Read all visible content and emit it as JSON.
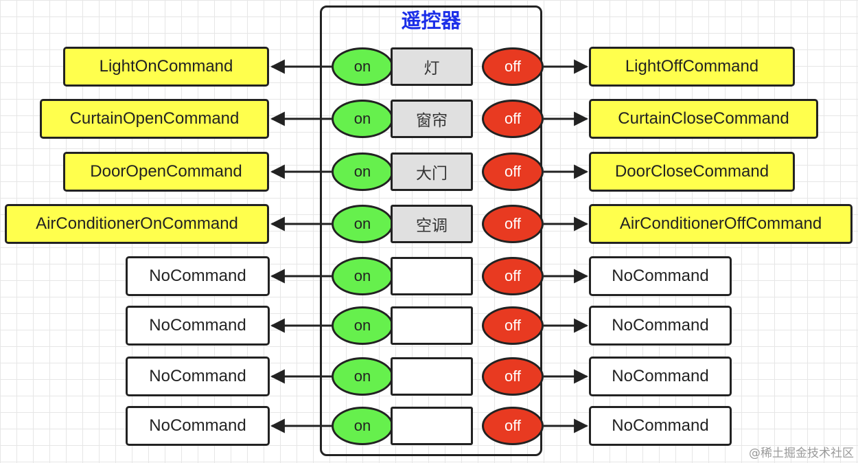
{
  "remote": {
    "title": "遥控器"
  },
  "rows": [
    {
      "label": "灯",
      "on": "on",
      "off": "off",
      "on_command": "LightOnCommand",
      "off_command": "LightOffCommand",
      "bound": true
    },
    {
      "label": "窗帘",
      "on": "on",
      "off": "off",
      "on_command": "CurtainOpenCommand",
      "off_command": "CurtainCloseCommand",
      "bound": true
    },
    {
      "label": "大门",
      "on": "on",
      "off": "off",
      "on_command": "DoorOpenCommand",
      "off_command": "DoorCloseCommand",
      "bound": true
    },
    {
      "label": "空调",
      "on": "on",
      "off": "off",
      "on_command": "AirConditionerOnCommand",
      "off_command": "AirConditionerOffCommand",
      "bound": true
    },
    {
      "label": "",
      "on": "on",
      "off": "off",
      "on_command": "NoCommand",
      "off_command": "NoCommand",
      "bound": false
    },
    {
      "label": "",
      "on": "on",
      "off": "off",
      "on_command": "NoCommand",
      "off_command": "NoCommand",
      "bound": false
    },
    {
      "label": "",
      "on": "on",
      "off": "off",
      "on_command": "NoCommand",
      "off_command": "NoCommand",
      "bound": false
    },
    {
      "label": "",
      "on": "on",
      "off": "off",
      "on_command": "NoCommand",
      "off_command": "NoCommand",
      "bound": false
    }
  ],
  "colors": {
    "command_bound": "#ffff4d",
    "command_unbound": "#ffffff",
    "on_button": "#66f04d",
    "off_button": "#e83a21",
    "title": "#1b2ee8"
  },
  "watermark": "@稀土掘金技术社区"
}
